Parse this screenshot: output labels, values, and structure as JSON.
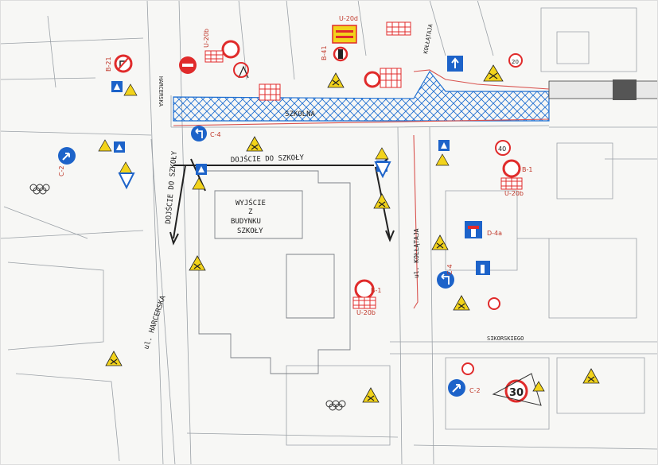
{
  "labels": {
    "street_szkolna": "SZKOLNA",
    "path_to_school": "DOJŚCIE DO SZKOŁY",
    "path_vertical": "DOJŚCIE DO SZKOŁY",
    "exit_line1": "WYJŚCIE",
    "exit_line2": "Z",
    "exit_line3": "BUDYNKU",
    "exit_line4": "SZKOŁY",
    "street_harcerska_top": "HARCERSKA",
    "street_harcerska": "ul. HARCERSKA",
    "street_kollataja": "ul. KOŁŁĄTAJA",
    "street_kollataja_top": "KOŁŁĄTAJA",
    "street_sikorskiego": "SIKORSKIEGO"
  },
  "sign_codes": {
    "b21": "B-21",
    "c2_left": "C-2",
    "c4_top": "C-4",
    "b1_right": "B-1",
    "u20b_right": "U-20b",
    "d4a": "D-4a",
    "c4_mid": "C-4",
    "b1_center": "B-1",
    "u20b_center": "U-20b",
    "c2_bottom": "C-2",
    "b41": "B-41",
    "u20d": "U-20d",
    "u20b_top": "U-20b",
    "speed_30": "30",
    "speed_40": "40",
    "speed_20": "20"
  },
  "colors": {
    "hatch": "#1f6fd1",
    "sign_blue": "#1d63c9",
    "sign_red": "#e02b2b",
    "sign_yellow": "#f2d31b",
    "pen": "#222222"
  }
}
